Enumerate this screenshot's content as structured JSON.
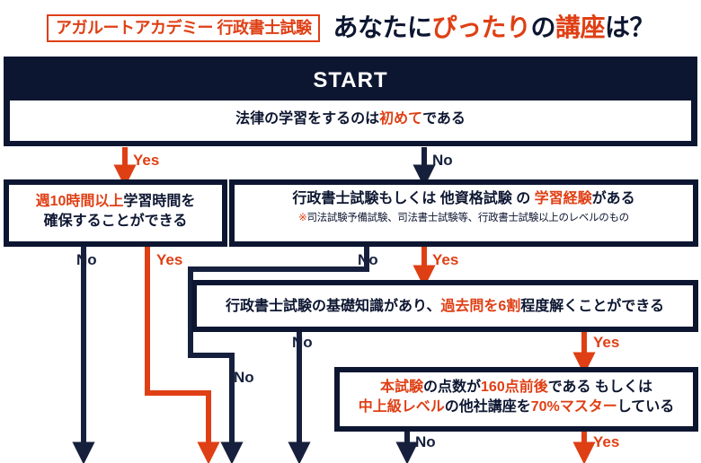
{
  "header": {
    "badge": "アガルートアカデミー 行政書士試験",
    "headline_parts": [
      {
        "text": "あなたに",
        "color": "navy"
      },
      {
        "text": "ぴったり",
        "color": "orange"
      },
      {
        "text": "の",
        "color": "navy"
      },
      {
        "text": "講座",
        "color": "orange"
      },
      {
        "text": "は？",
        "color": "navy"
      }
    ]
  },
  "colors": {
    "navy": "#0d1631",
    "orange": "#df3f14",
    "white": "#ffffff"
  },
  "flow": {
    "start_label": "START",
    "q_start": {
      "parts": [
        {
          "text": "法律の学習をするのは",
          "color": "navy"
        },
        {
          "text": "初めて",
          "color": "orange"
        },
        {
          "text": "である",
          "color": "navy"
        }
      ]
    },
    "q_left": {
      "line1": [
        {
          "text": "週10時間以上",
          "color": "orange"
        },
        {
          "text": "学習時間を",
          "color": "navy"
        }
      ],
      "line2": [
        {
          "text": "確保することができる",
          "color": "navy"
        }
      ]
    },
    "q_experience": {
      "line1": [
        {
          "text": "行政書士試験もしくは 他資格試験 の ",
          "color": "navy"
        },
        {
          "text": "学習経験",
          "color": "orange"
        },
        {
          "text": "がある",
          "color": "navy"
        }
      ],
      "note": [
        {
          "text": "※",
          "color": "orange"
        },
        {
          "text": "司法試験予備試験、司法書士試験等、行政書士試験以上のレベルのもの",
          "color": "navy"
        }
      ]
    },
    "q_basic": {
      "line1": [
        {
          "text": "行政書士試験の基礎知識があり、",
          "color": "navy"
        },
        {
          "text": "過去問を6割",
          "color": "orange"
        },
        {
          "text": "程度解くことができる",
          "color": "navy"
        }
      ]
    },
    "q_score": {
      "line1": [
        {
          "text": "本試験",
          "color": "orange"
        },
        {
          "text": "の点数が",
          "color": "navy"
        },
        {
          "text": "160点前後",
          "color": "orange"
        },
        {
          "text": "である もしくは",
          "color": "navy"
        }
      ],
      "line2": [
        {
          "text": "中上級レベル",
          "color": "orange"
        },
        {
          "text": "の他社講座を",
          "color": "navy"
        },
        {
          "text": "70%マスター",
          "color": "orange"
        },
        {
          "text": "している",
          "color": "navy"
        }
      ]
    },
    "edges": {
      "start_yes": "Yes",
      "start_no": "No",
      "left_no": "No",
      "left_yes": "Yes",
      "exp_no": "No",
      "exp_yes": "Yes",
      "basic_no": "No",
      "basic_yes": "Yes",
      "score_no": "No",
      "score_yes": "Yes"
    }
  }
}
